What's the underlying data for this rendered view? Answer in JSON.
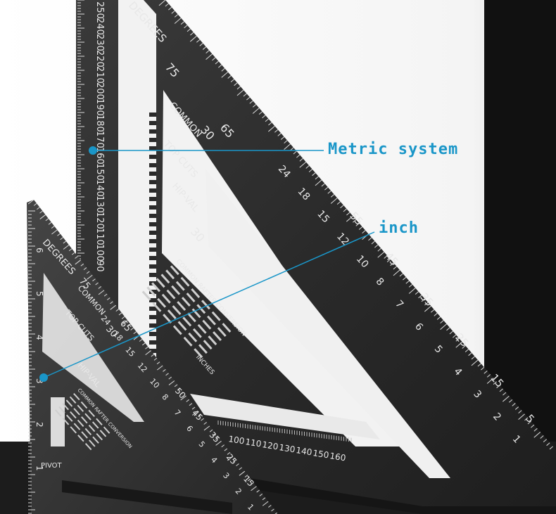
{
  "callouts": {
    "metric_label": "Metric system",
    "inch_label": "inch"
  },
  "colors": {
    "callout": "#1a96c8",
    "square_body": "#2b2b2b",
    "engraving": "#e6e6e6",
    "floor": "#1c1c1c"
  },
  "large_square": {
    "header": "DEGREES",
    "cut_labels": [
      "COMMON",
      "TOP CUTS",
      "HIP-VAL"
    ],
    "degree_marks": [
      "75",
      "65",
      "30",
      "30"
    ],
    "metric_scale": [
      "250",
      "240",
      "230",
      "220",
      "210",
      "200",
      "190",
      "180",
      "170",
      "160",
      "150",
      "140",
      "130",
      "120",
      "110",
      "100",
      "90"
    ],
    "bottom_scale": [
      "100",
      "110",
      "120",
      "130",
      "140",
      "150",
      "160"
    ],
    "hypotenuse_numbers": [
      "24",
      "18",
      "15",
      "12",
      "10",
      "8",
      "7",
      "6",
      "5",
      "4",
      "3",
      "2",
      "1"
    ],
    "inner_numbers": [
      "55",
      "45",
      "35",
      "25",
      "15",
      "5"
    ],
    "table_title": "COMMON RAFTER CONVERSION",
    "table_caption": "INCHES"
  },
  "small_square": {
    "header": "DEGREES",
    "cut_labels": [
      "COMMON",
      "TOP CUTS",
      "HIP-VAL"
    ],
    "degree_marks": [
      "75",
      "65",
      "30"
    ],
    "inch_scale": [
      "6",
      "5",
      "4",
      "3",
      "2",
      "1"
    ],
    "hypotenuse_numbers": [
      "24",
      "18",
      "15",
      "12",
      "10",
      "8",
      "7",
      "6",
      "5",
      "4",
      "3",
      "2",
      "1"
    ],
    "inner_numbers": [
      "50",
      "45",
      "35",
      "25",
      "15"
    ],
    "pivot_label": "PIVOT",
    "table_title": "COMMON RAFTER CONVERSION"
  }
}
